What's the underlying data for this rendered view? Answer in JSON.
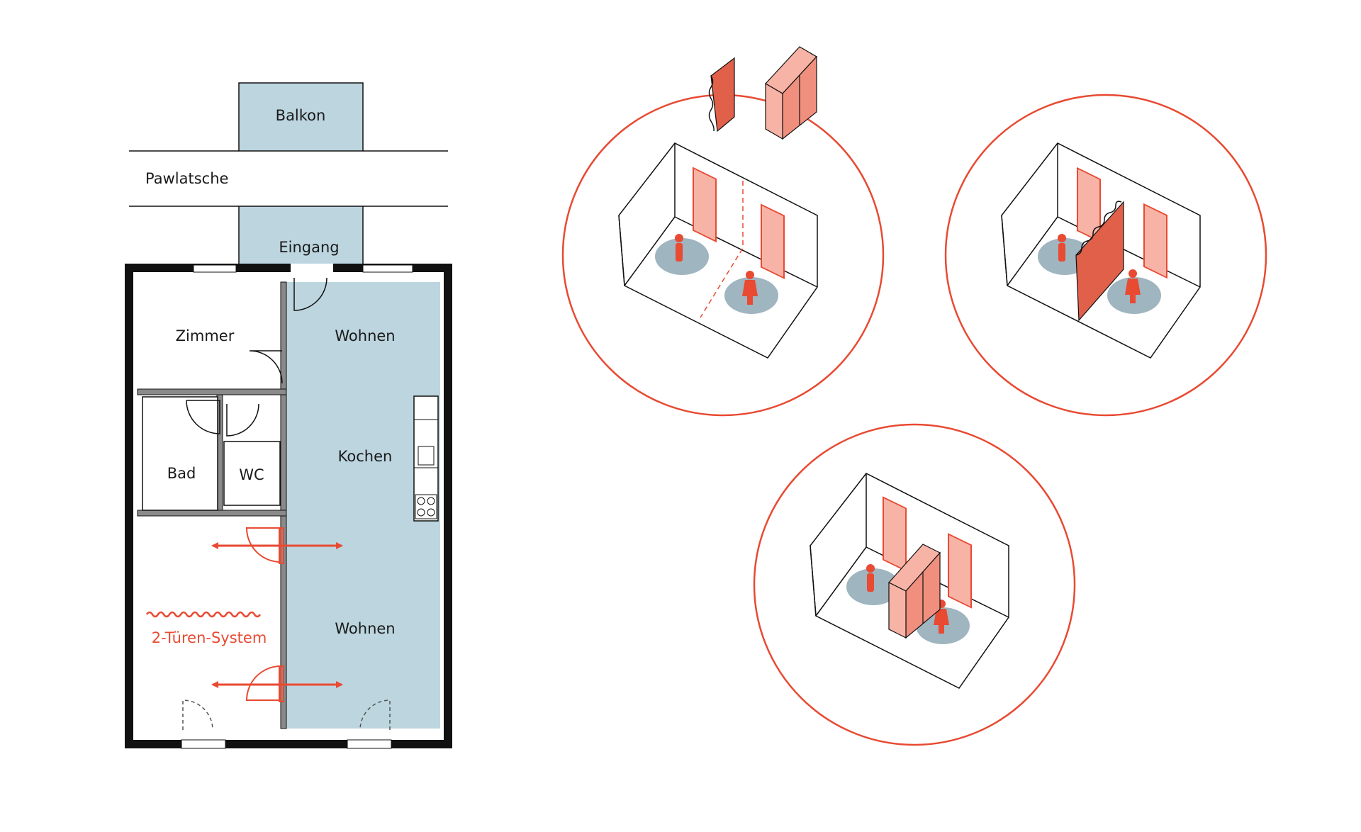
{
  "colors": {
    "accent": "#e84a32",
    "room_fill": "#bcd5df",
    "wall": "#111111",
    "panel_light": "#f7b3a6",
    "panel_dark": "#e0604a",
    "floor_shadow": "#9fb5c0"
  },
  "floor_plan": {
    "labels": {
      "balkon": "Balkon",
      "pawlatsche": "Pawlatsche",
      "eingang": "Eingang",
      "zimmer": "Zimmer",
      "wohnen_top": "Wohnen",
      "kochen": "Kochen",
      "bad": "Bad",
      "wc": "WC",
      "wohnen_bottom": "Wohnen",
      "system": "2-Türen-System"
    }
  },
  "illustrations": [
    {
      "variant": "open-space",
      "icons": [
        "curtain-icon",
        "wardrobe-icon"
      ]
    },
    {
      "variant": "curtain-divider"
    },
    {
      "variant": "wardrobe-divider"
    }
  ]
}
